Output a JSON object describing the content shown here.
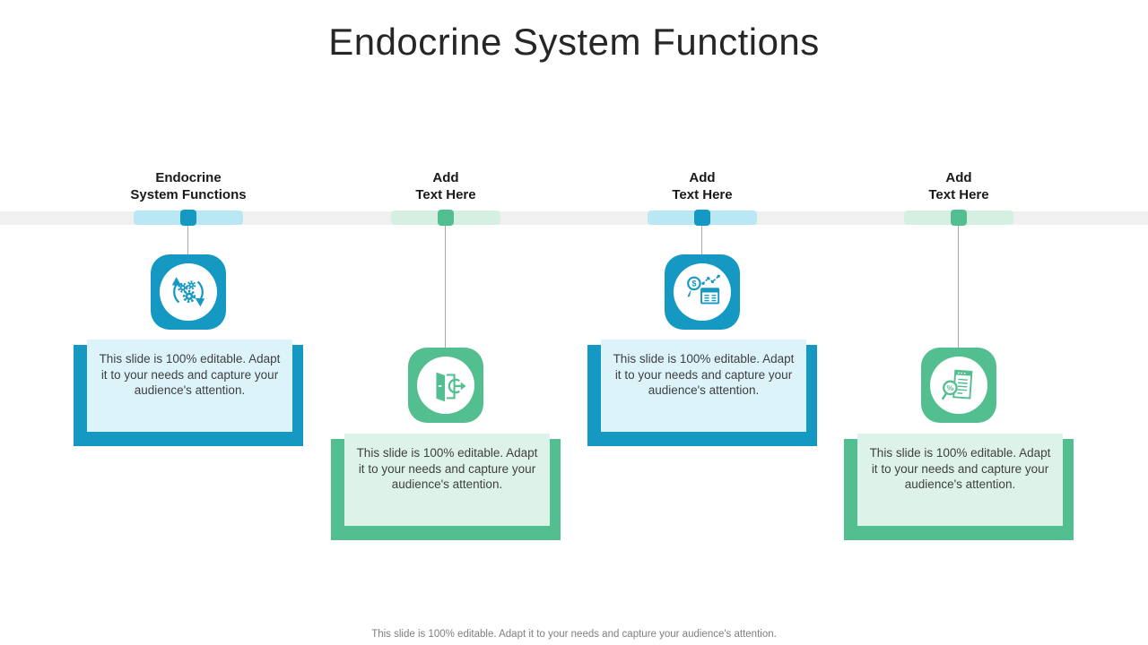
{
  "slide": {
    "title": "Endocrine System Functions",
    "footer": "This slide is 100% editable. Adapt it to your needs and capture your audience's attention."
  },
  "theme_colors": {
    "teal": "#1598C1",
    "teal_capsule": "#B9E7F4",
    "teal_panel": "#DCF3FA",
    "green": "#53BF90",
    "green_capsule": "#D5F0E3",
    "green_panel": "#DDF3E9",
    "timeline_band_gray": "#F0F0F1",
    "connector_gray": "#A9A9A9"
  },
  "columns": [
    {
      "header_line1": "Endocrine",
      "header_line2": "System Functions",
      "theme": "teal",
      "icon": "gears-sync-icon",
      "body": "This slide is 100% editable. Adapt it to your needs and capture your audience's attention."
    },
    {
      "header_line1": "Add",
      "header_line2": "Text Here",
      "theme": "green",
      "icon": "door-exit-icon",
      "body": "This slide is 100% editable. Adapt it to your needs and capture your audience's attention."
    },
    {
      "header_line1": "Add",
      "header_line2": "Text Here",
      "theme": "teal",
      "icon": "finance-analysis-icon",
      "body": "This slide is 100% editable. Adapt it to your needs and capture your audience's attention."
    },
    {
      "header_line1": "Add",
      "header_line2": "Text Here",
      "theme": "green",
      "icon": "document-review-icon",
      "body": "This slide is 100% editable. Adapt it to your needs and capture your audience's attention."
    }
  ]
}
